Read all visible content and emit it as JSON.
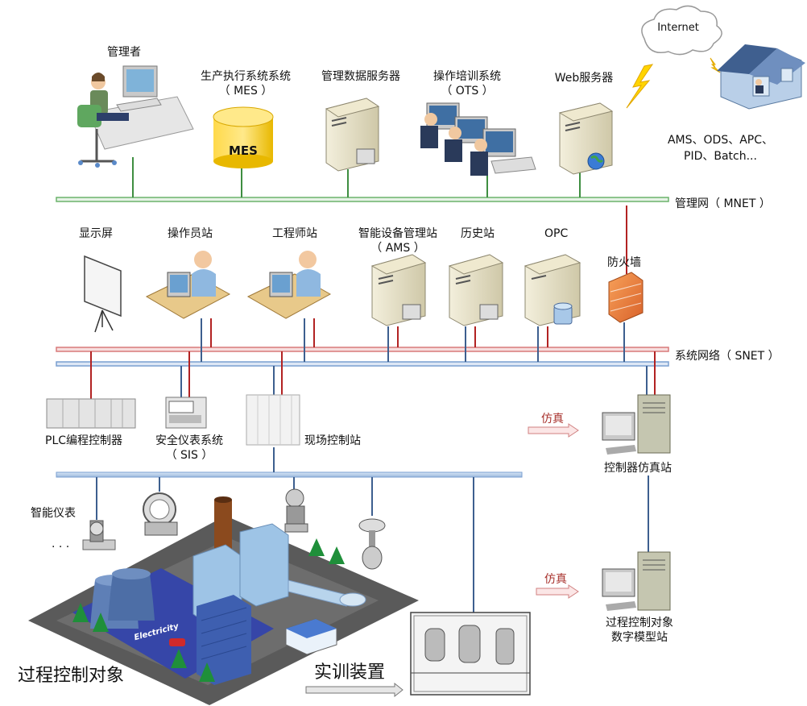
{
  "labels": {
    "manager": "管理者",
    "mes_title": "生产执行系统系统",
    "mes_sub": "（ MES ）",
    "mes_tag": "MES",
    "data_server": "管理数据服务器",
    "ots_title": "操作培训系统",
    "ots_sub": "（ OTS ）",
    "web_server": "Web服务器",
    "internet": "Internet",
    "apps_line1": "AMS、ODS、APC、",
    "apps_line2": "PID、Batch...",
    "mnet": "管理网（ MNET ）",
    "display": "显示屏",
    "operator_station": "操作员站",
    "engineer_station": "工程师站",
    "ams_title": "智能设备管理站",
    "ams_sub": "（ AMS ）",
    "history_station": "历史站",
    "opc": "OPC",
    "firewall": "防火墙",
    "snet": "系统网络（ SNET ）",
    "plc": "PLC编程控制器",
    "sis_title": "安全仪表系统",
    "sis_sub": "（ SIS ）",
    "field_station": "现场控制站",
    "sim1": "仿真",
    "controller_sim": "控制器仿真站",
    "smart_instruments": "智能仪表",
    "ellipsis": "· · ·",
    "sim2": "仿真",
    "model_line1": "过程控制对象",
    "model_line2": "数字模型站",
    "process_object": "过程控制对象",
    "training_device": "实训装置",
    "electricity": "Electricity"
  },
  "colors": {
    "mnet_line": "#6bb36b",
    "snet_red": "#d97a7a",
    "snet_blue": "#7a9fd0",
    "link_red": "#b22222",
    "link_green": "#3e8e41",
    "link_blue": "#3d5f8f",
    "field_bus": "#8fb0d8"
  }
}
